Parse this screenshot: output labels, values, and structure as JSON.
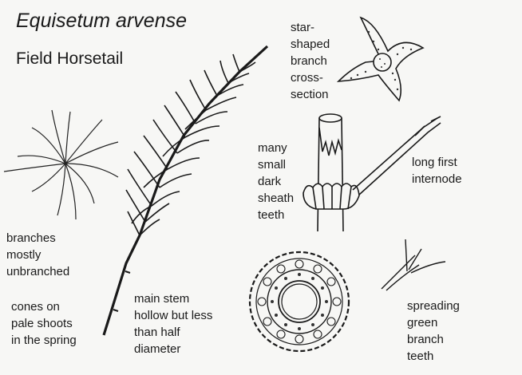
{
  "title": "Equisetum arvense",
  "subtitle": "Field Horsetail",
  "labels": {
    "branch_cross_section": "star-\nshaped\nbranch\ncross-\nsection",
    "sheath_teeth": "many\nsmall\ndark\nsheath\nteeth",
    "first_internode": "long first\ninternode",
    "branches": "branches\nmostly\nunbranched",
    "cones": "cones on\npale shoots\nin the spring",
    "main_stem": "main stem\nhollow but less\nthan half\ndiameter",
    "branch_teeth": "spreading\ngreen\nbranch\nteeth"
  }
}
